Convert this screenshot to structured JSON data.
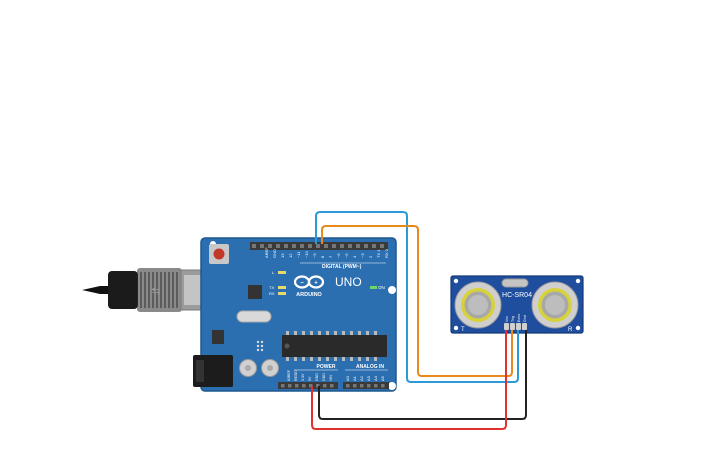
{
  "board": {
    "name": "UNO",
    "brand": "ARDUINO",
    "digital_header": "DIGITAL (PWM~)",
    "power_header": "POWER",
    "analog_header": "ANALOG IN",
    "on_label": "ON",
    "led_l": "L",
    "led_tx": "TX",
    "led_rx": "RX",
    "aref": "AREF",
    "gnd": "GND",
    "digital_pins": [
      "13",
      "12",
      "~11",
      "~10",
      "~9",
      "8",
      "7",
      "~6",
      "~5",
      "4",
      "~3",
      "2",
      "TX 1",
      "RX 0"
    ],
    "power_pins": [
      "IOREF",
      "RESET",
      "3.3V",
      "5V",
      "GND",
      "GND",
      "VIN"
    ],
    "analog_pins": [
      "A0",
      "A1",
      "A2",
      "A3",
      "A4",
      "A5"
    ],
    "colors": {
      "pcb": "#2b6fb0",
      "pcb_edge": "#1e5990",
      "header": "#3a3a3a",
      "reset": "#c0392b"
    }
  },
  "sensor": {
    "name": "HC-SR04",
    "left_mark": "T",
    "right_mark": "R",
    "pins": [
      "Vcc",
      "Trig",
      "Echo",
      "Gnd"
    ],
    "colors": {
      "pcb": "#1f4e9e",
      "transducer": "#c9c9c9",
      "ring": "#d8d23a"
    }
  },
  "wires": [
    {
      "name": "vcc-wire",
      "color": "#e03030",
      "from": "5V",
      "to": "Vcc"
    },
    {
      "name": "gnd-wire",
      "color": "#222222",
      "from": "GND",
      "to": "Gnd"
    },
    {
      "name": "trig-wire",
      "color": "#e8891c",
      "from": "~9",
      "to": "Trig"
    },
    {
      "name": "echo-wire",
      "color": "#2b9ad6",
      "from": "~10",
      "to": "Echo"
    }
  ]
}
